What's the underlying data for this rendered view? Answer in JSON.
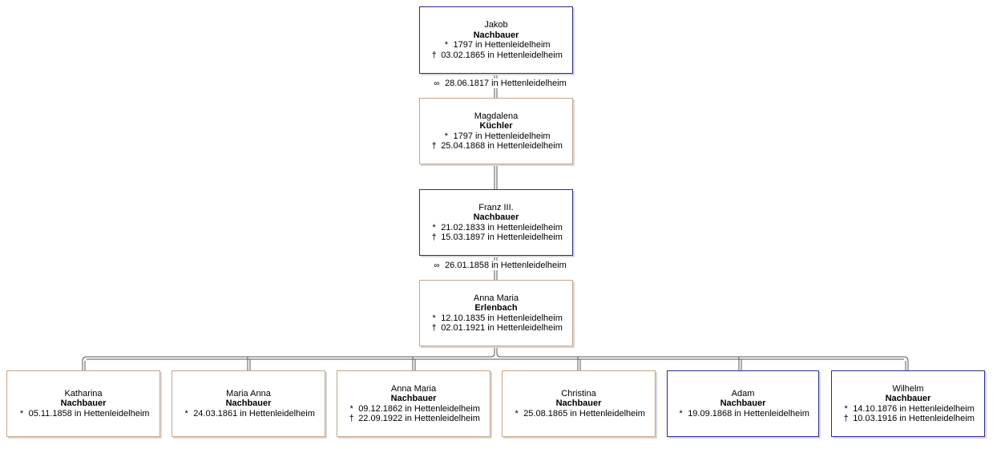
{
  "persons": {
    "jakob": {
      "given": "Jakob",
      "surname": "Nachbauer",
      "birth": "1797 in Hettenleidelheim",
      "death": "03.02.1865 in Hettenleidelheim"
    },
    "magdalena": {
      "given": "Magdalena",
      "surname": "Küchler",
      "birth": "1797 in Hettenleidelheim",
      "death": "25.04.1868 in Hettenleidelheim"
    },
    "franz": {
      "given": "Franz III.",
      "surname": "Nachbauer",
      "birth": "21.02.1833 in Hettenleidelheim",
      "death": "15.03.1897 in Hettenleidelheim"
    },
    "annamaria": {
      "given": "Anna Maria",
      "surname": "Erlenbach",
      "birth": "12.10.1835 in Hettenleidelheim",
      "death": "02.01.1921 in Hettenleidelheim"
    },
    "katharina": {
      "given": "Katharina",
      "surname": "Nachbauer",
      "birth": "05.11.1858 in Hettenleidelheim"
    },
    "mariaanna": {
      "given": "Maria Anna",
      "surname": "Nachbauer",
      "birth": "24.03.1861 in Hettenleidelheim"
    },
    "annamaria2": {
      "given": "Anna Maria",
      "surname": "Nachbauer",
      "birth": "09.12.1862 in Hettenleidelheim",
      "death": "22.09.1922 in Hettenleidelheim"
    },
    "christina": {
      "given": "Christina",
      "surname": "Nachbauer",
      "birth": "25.08.1865 in Hettenleidelheim"
    },
    "adam": {
      "given": "Adam",
      "surname": "Nachbauer",
      "birth": "19.09.1868 in Hettenleidelheim"
    },
    "wilhelm": {
      "given": "Wilhelm",
      "surname": "Nachbauer",
      "birth": "14.10.1876 in Hettenleidelheim",
      "death": "10.03.1916 in Hettenleidelheim"
    }
  },
  "marriages": {
    "m1": "28.06.1817 in Hettenleidelheim",
    "m2": "26.01.1858 in Hettenleidelheim"
  },
  "symbols": {
    "birth": "*",
    "death": "†",
    "marriage": "∞"
  },
  "colors": {
    "male_border": "#2b2b8a",
    "female_border": "#c9a487"
  }
}
